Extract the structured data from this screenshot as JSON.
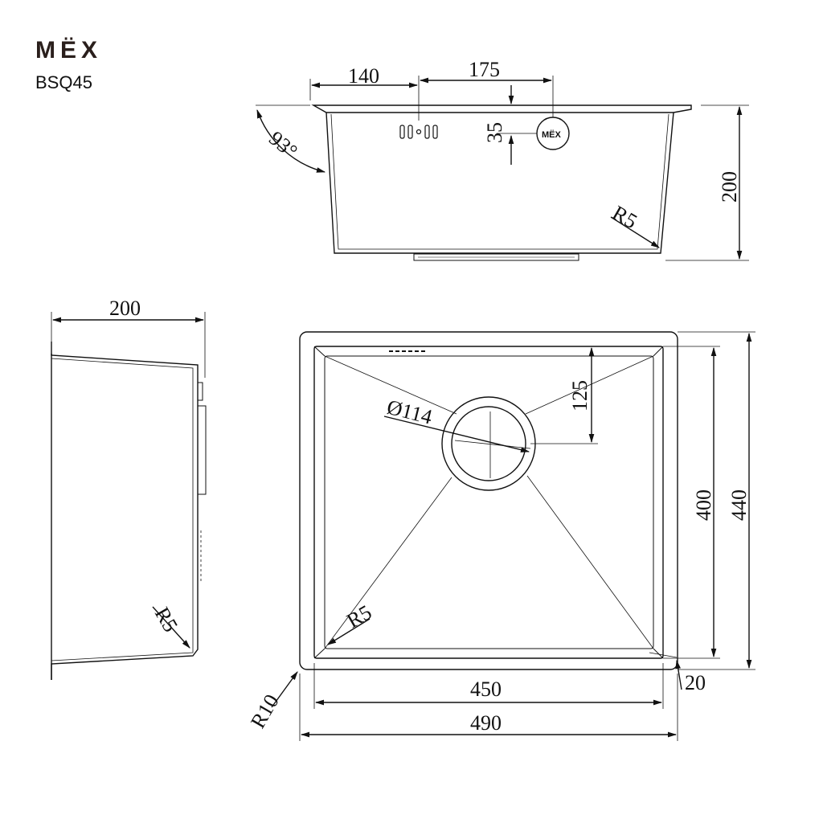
{
  "brand": "MËX",
  "model": "BSQ45",
  "top_view": {
    "dim_left": "140",
    "dim_mid": "175",
    "dim_tap": "35",
    "angle": "93°",
    "depth": "200",
    "radius": "R5",
    "badge": "MËX"
  },
  "side_view": {
    "depth": "200",
    "radius": "R5"
  },
  "plan_view": {
    "drain": "Ø114",
    "drain_offset": "125",
    "radius_inner": "R5",
    "inner_height": "400",
    "outer_height": "440",
    "flange": "20",
    "corner_radius": "R10",
    "inner_width": "450",
    "outer_width": "490"
  }
}
